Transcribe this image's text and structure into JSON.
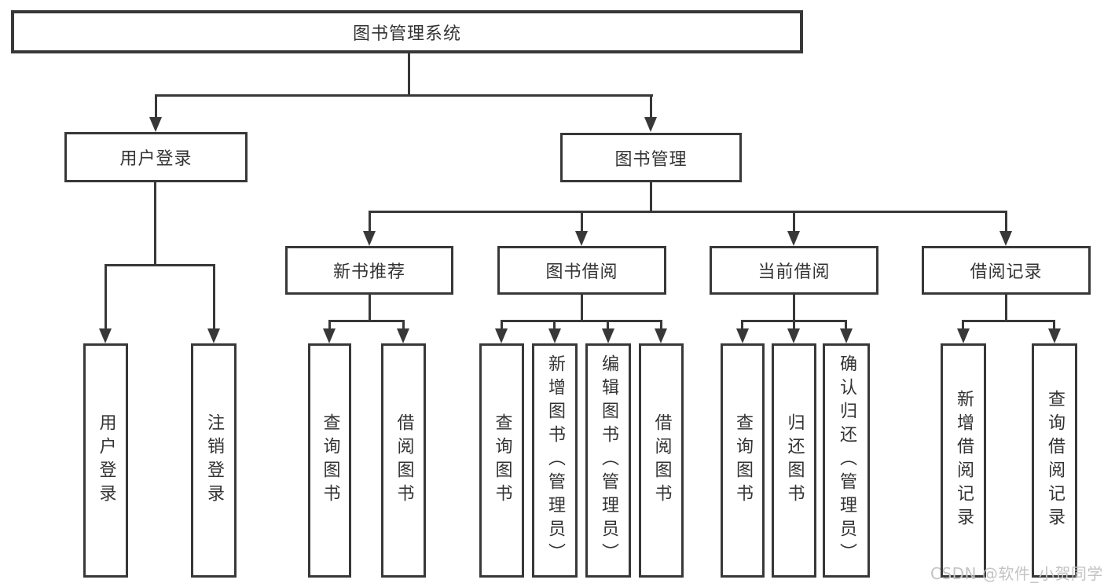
{
  "diagram": {
    "root": {
      "label": "图书管理系统"
    },
    "level2": {
      "user_login": {
        "label": "用户登录"
      },
      "book_management": {
        "label": "图书管理"
      }
    },
    "level3": {
      "new_book_recommend": {
        "label": "新书推荐"
      },
      "book_borrowing": {
        "label": "图书借阅"
      },
      "current_borrowing": {
        "label": "当前借阅"
      },
      "borrowing_records": {
        "label": "借阅记录"
      }
    },
    "leaves": {
      "user_login": [
        "用户登录",
        "注销登录"
      ],
      "new_book_recommend": [
        "查询图书",
        "借阅图书"
      ],
      "book_borrowing": [
        "查询图书",
        "新增图书（管理员）",
        "编辑图书（管理员）",
        "借阅图书"
      ],
      "current_borrowing": [
        "查询图书",
        "归还图书",
        "确认归还（管理员）"
      ],
      "borrowing_records": [
        "新增借阅记录",
        "查询借阅记录"
      ]
    },
    "watermark": "CSDN @软件_小贺同学",
    "colors": {
      "line": "#383838",
      "text": "#333333",
      "watermark": "#c3c3c3",
      "background": "#ffffff"
    }
  }
}
